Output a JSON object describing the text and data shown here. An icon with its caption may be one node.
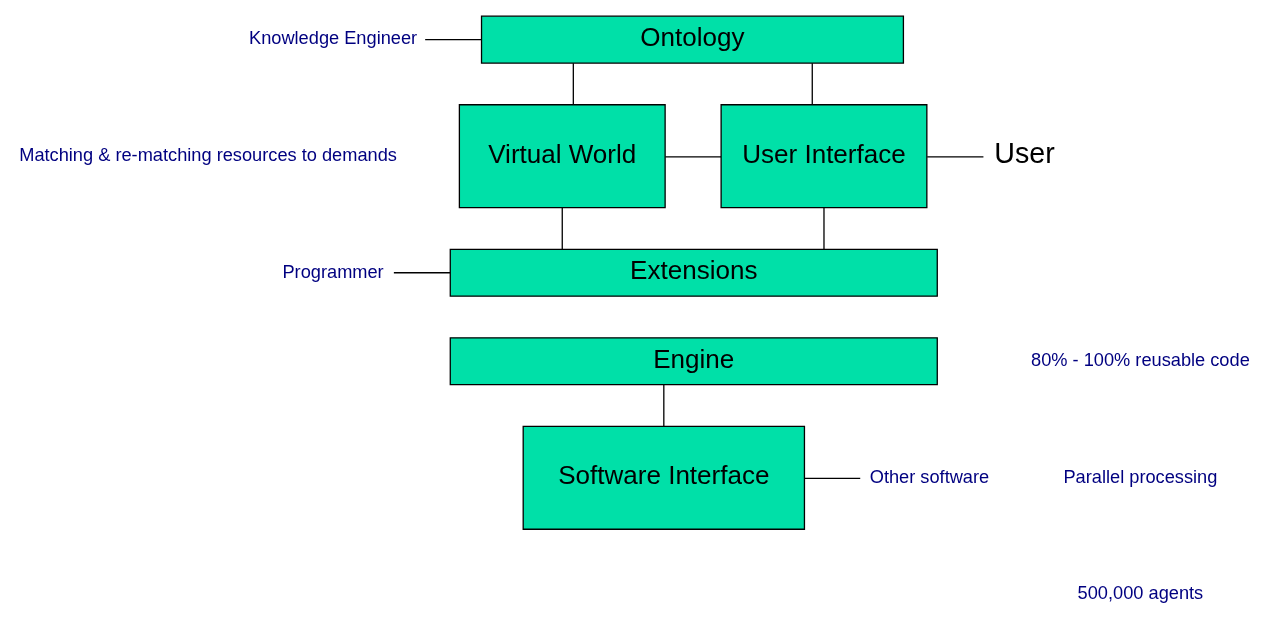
{
  "diagram": {
    "nodes": [
      {
        "text": [
          "Ontology"
        ]
      },
      {
        "text": [
          "Virtual World"
        ]
      },
      {
        "text": [
          "User Interface"
        ]
      },
      {
        "text": [
          "Extensions"
        ]
      },
      {
        "text": [
          "Engine"
        ]
      },
      {
        "text": [
          "Software Interface"
        ]
      },
      {
        "text": [
          "Knowledge Engineer"
        ]
      },
      {
        "text": [
          "User"
        ]
      },
      {
        "text": [
          "Programmer"
        ]
      },
      {
        "text": [
          "Other software"
        ]
      }
    ],
    "edges": [
      {
        "from": 6,
        "to": 0,
        "arrow": "none"
      },
      {
        "from": 0,
        "to": 1,
        "arrow": "none"
      },
      {
        "from": 0,
        "to": 2,
        "arrow": "none"
      },
      {
        "from": 1,
        "to": 2,
        "arrow": "none"
      },
      {
        "from": 2,
        "to": 7,
        "arrow": "none"
      },
      {
        "from": 1,
        "to": 3,
        "arrow": "none"
      },
      {
        "from": 2,
        "to": 3,
        "arrow": "none"
      },
      {
        "from": 8,
        "to": 3,
        "arrow": "none"
      },
      {
        "from": 4,
        "to": 5,
        "arrow": "none"
      },
      {
        "from": 5,
        "to": 9,
        "arrow": "none"
      }
    ],
    "labels": [
      "Matching & re-matching resources to demands",
      "80% - 100% reusable code",
      "Parallel processing",
      "500,000 agents"
    ]
  }
}
